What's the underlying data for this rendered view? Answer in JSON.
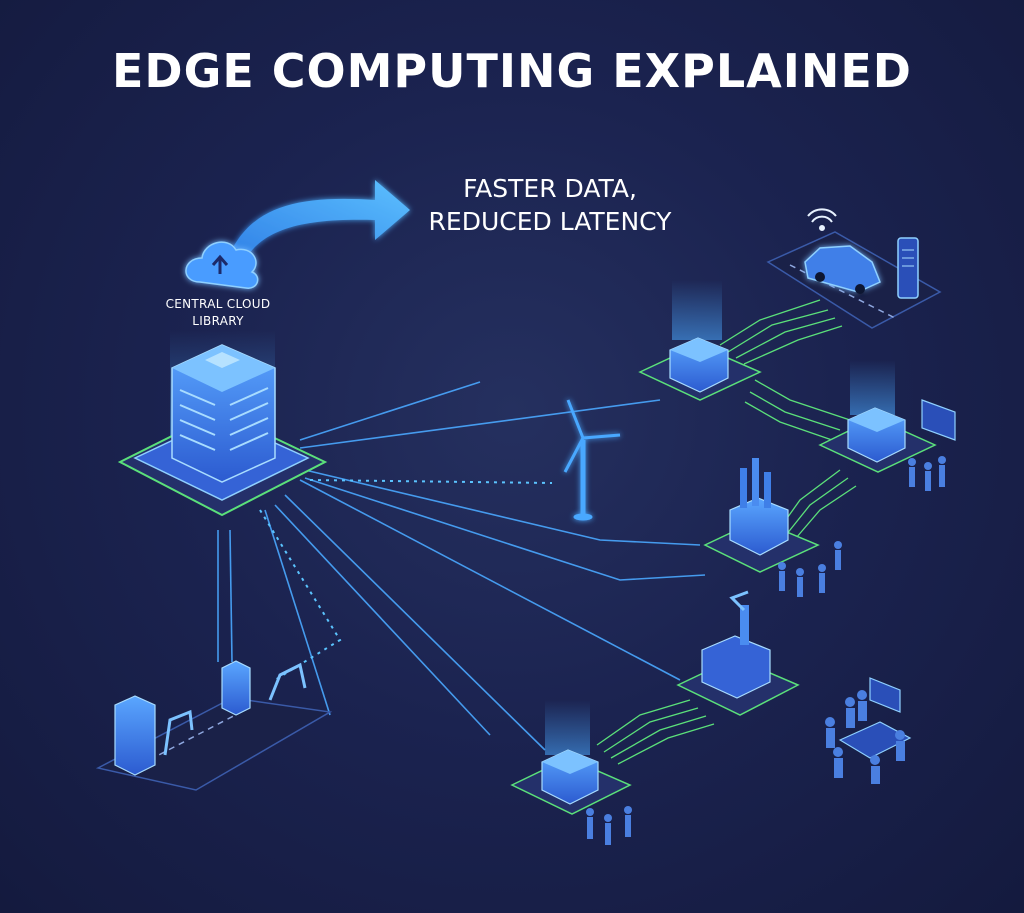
{
  "title": "EDGE COMPUTING EXPLAINED",
  "tagline": {
    "line1": "FASTER DATA,",
    "line2": "REDUCED LATENCY"
  },
  "central_node": {
    "label_line1": "CENTRAL CLOUD",
    "label_line2": "LIBRARY"
  },
  "colors": {
    "background": "#1b2350",
    "accent_blue": "#3fa7ff",
    "node_blue": "#3b6fe0",
    "link_green": "#5be07a",
    "link_blue": "#4aa8ff",
    "text": "#ffffff"
  },
  "icons": [
    "cloud-upload-icon",
    "arrow-icon",
    "wifi-icon",
    "car-icon",
    "phone-icon",
    "wind-turbine-icon",
    "factory-icon",
    "robot-arm-icon",
    "server-rack-icon",
    "person-icon",
    "dashboard-icon"
  ]
}
